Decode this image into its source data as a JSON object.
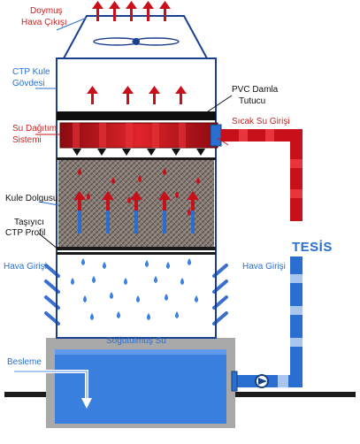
{
  "labels": {
    "hot_air_out": [
      "Doymuş",
      "Hava Çıkışı"
    ],
    "ctp_body": [
      "CTP Kule",
      "Gövdesi"
    ],
    "pvc_eliminator": [
      "PVC Damla",
      "Tutucu"
    ],
    "distribution": [
      "Su Dağıtım",
      "Sistemi"
    ],
    "hot_water_in": "Sıcak Su Girişi",
    "fill": "Kule Dolgusu",
    "support": [
      "Taşıyıcı",
      "CTP Profil"
    ],
    "plant": "TESİS",
    "air_in_left": "Hava Girişi",
    "air_in_right": "Hava Girişi",
    "cold_water": "Soğutulmuş Su",
    "makeup": "Besleme"
  },
  "colors": {
    "outline": "#1a3f8f",
    "tower_wall": "#5b85d6",
    "hot": "#c8101a",
    "hot_dark": "#7a0a0a",
    "cold": "#2a6fd0",
    "cold_light": "#a9c6ef",
    "fill_pack": "#7b6f6a",
    "basin_water": "#3a7fde",
    "basin_wall": "#a9a9a9",
    "ground": "#1b1b1b",
    "label_red": "#d42020",
    "label_blue": "#2a6fd0"
  }
}
